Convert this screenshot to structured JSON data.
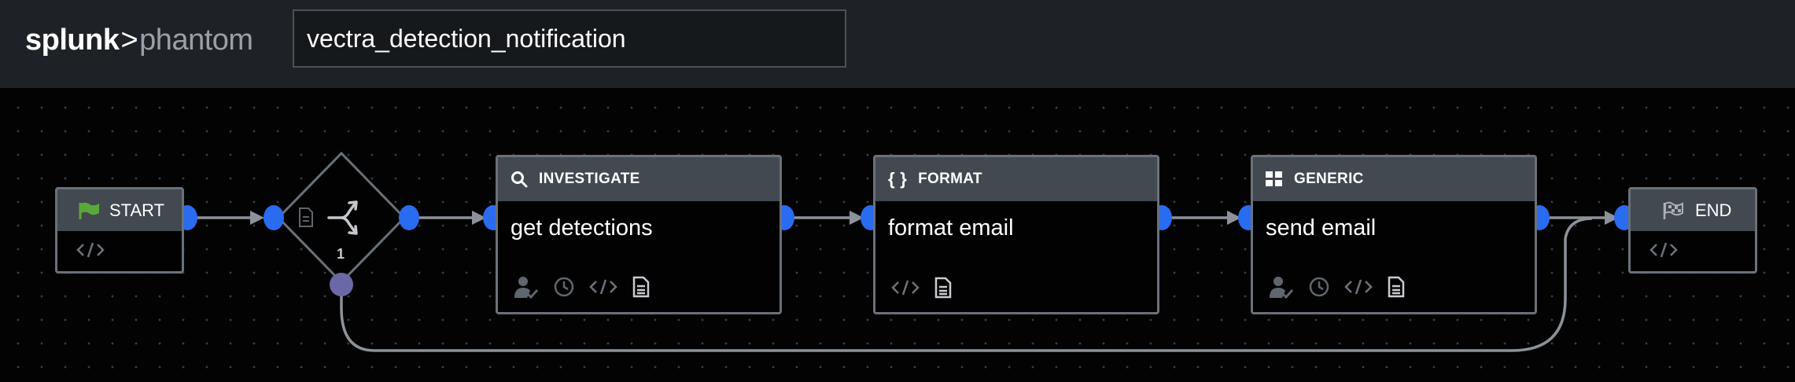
{
  "app": {
    "logo_part1": "splunk",
    "logo_sep": ">",
    "logo_part2": "phantom",
    "playbook_name": "vectra_detection_notification"
  },
  "blocks": {
    "start": {
      "label": "START",
      "icon": "flag-icon"
    },
    "decision": {
      "number": "1",
      "icon": "branch-icon"
    },
    "investigate": {
      "type": "INVESTIGATE",
      "name": "get detections",
      "icon": "search-icon"
    },
    "format": {
      "type": "FORMAT",
      "name": "format email",
      "icon": "braces-icon",
      "icon_text": "{ }"
    },
    "generic": {
      "type": "GENERIC",
      "name": "send email",
      "icon": "grid-icon"
    },
    "end": {
      "label": "END",
      "icon": "checkered-flag-icon"
    }
  },
  "colors": {
    "background": "#030304",
    "topbar": "#1e2226",
    "block_header": "#424950",
    "block_border": "#6b7178",
    "port_blue": "#2a6cf0",
    "port_purple": "#6b68a8",
    "start_flag": "#5aa83b"
  }
}
